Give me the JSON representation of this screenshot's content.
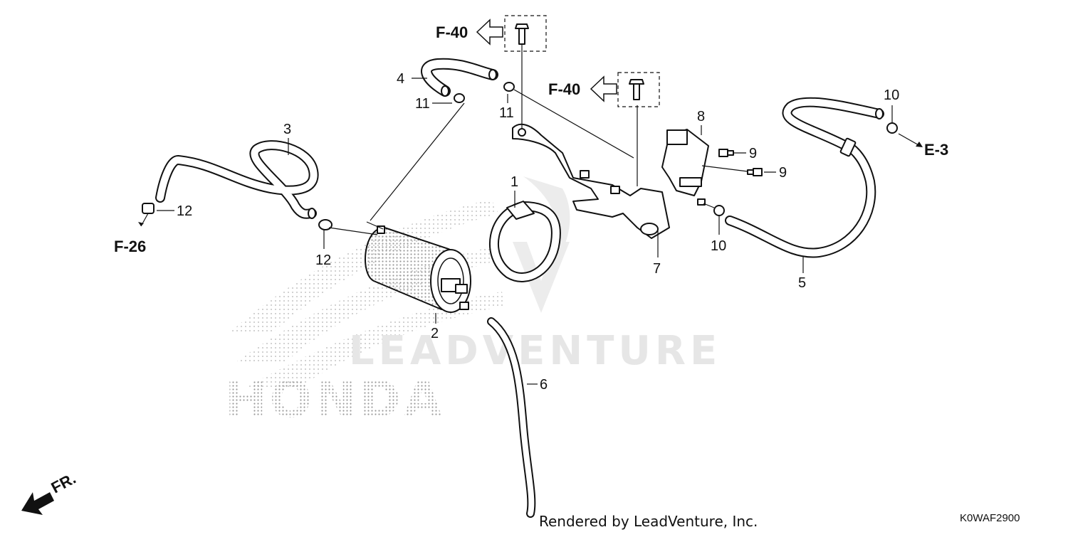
{
  "diagram": {
    "callouts": {
      "c1": "1",
      "c2": "2",
      "c3": "3",
      "c4": "4",
      "c5": "5",
      "c6": "6",
      "c7": "7",
      "c8": "8",
      "c9a": "9",
      "c9b": "9",
      "c10a": "10",
      "c10b": "10",
      "c11a": "11",
      "c11b": "11",
      "c12a": "12",
      "c12b": "12"
    },
    "refs": {
      "f40_top": "F-40",
      "f40_mid": "F-40",
      "e3": "E-3",
      "f26": "F-26"
    },
    "direction": "FR.",
    "credit": "Rendered by LeadVenture, Inc.",
    "diagram_code": "K0WAF2900",
    "watermarks": {
      "brand": "LEADVENTURE",
      "honda": "HONDA"
    }
  }
}
